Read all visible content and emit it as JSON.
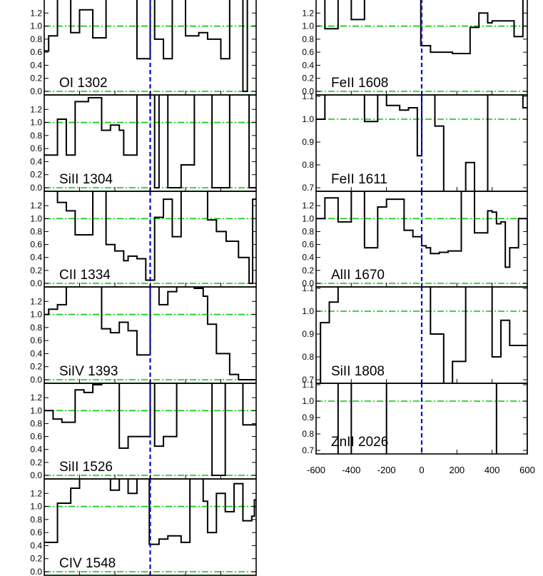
{
  "chart_data": {
    "type": "line",
    "xlim": [
      -600,
      600
    ],
    "x_ticks": [
      "-600",
      "-400",
      "-200",
      "0",
      "200",
      "400",
      "600"
    ],
    "reference_lines": {
      "velocity_zero": 0,
      "continuum": 1.0,
      "zero_flux": 0.0,
      "color_velocity": "#0000ff",
      "color_levels": "#00cc00"
    },
    "panels": [
      {
        "label": "OI 1302",
        "ylim": [
          0,
          1.4
        ],
        "y_ticks": [
          "0.0",
          "0.2",
          "0.4",
          "0.6",
          "0.8",
          "1.0",
          "1.2"
        ],
        "x": [
          -600,
          -575,
          -525,
          -450,
          -400,
          -325,
          -250,
          -175,
          -125,
          -75,
          0,
          25,
          75,
          125,
          200,
          275,
          325,
          400,
          450,
          525,
          550
        ],
        "y": [
          0.62,
          0.85,
          1.6,
          0.9,
          1.25,
          0.82,
          1.6,
          1.6,
          1.6,
          0.5,
          1.6,
          0.8,
          0.5,
          1.6,
          0.85,
          0.9,
          0.8,
          0.5,
          1.6,
          0.0,
          1.6
        ]
      },
      {
        "label": "SiII 1304",
        "ylim": [
          0,
          1.4
        ],
        "y_ticks": [
          "0.0",
          "0.2",
          "0.4",
          "0.6",
          "0.8",
          "1.0",
          "1.2"
        ],
        "x": [
          -600,
          -525,
          -475,
          -425,
          -350,
          -275,
          -225,
          -175,
          -150,
          -75,
          0,
          25,
          50,
          100,
          175,
          250,
          350,
          450,
          560
        ],
        "y": [
          0.5,
          1.05,
          0.5,
          1.32,
          1.38,
          0.88,
          0.96,
          0.88,
          0.5,
          1.6,
          1.6,
          0.0,
          1.6,
          0.0,
          0.35,
          1.6,
          0.0,
          1.6,
          0.0
        ]
      },
      {
        "label": "CII 1334",
        "ylim": [
          0,
          1.4
        ],
        "y_ticks": [
          "0.0",
          "0.2",
          "0.4",
          "0.6",
          "0.8",
          "1.0",
          "1.2"
        ],
        "x": [
          -600,
          -525,
          -475,
          -425,
          -325,
          -250,
          -200,
          -150,
          -125,
          -75,
          -25,
          25,
          75,
          125,
          175,
          225,
          325,
          375,
          430,
          500,
          560,
          580
        ],
        "y": [
          1.45,
          1.25,
          1.12,
          0.75,
          1.6,
          0.6,
          0.5,
          0.35,
          0.42,
          0.38,
          0.05,
          1.02,
          1.3,
          0.72,
          1.6,
          1.6,
          0.98,
          0.8,
          0.65,
          0.4,
          0.0,
          1.3
        ]
      },
      {
        "label": "SiIV 1393",
        "ylim": [
          0,
          1.4
        ],
        "y_ticks": [
          "0.0",
          "0.2",
          "0.4",
          "0.6",
          "0.8",
          "1.0",
          "1.2"
        ],
        "x": [
          -600,
          -575,
          -525,
          -475,
          -425,
          -375,
          -275,
          -225,
          -175,
          -125,
          -75,
          0,
          50,
          100,
          150,
          250,
          300,
          325,
          375,
          450,
          500
        ],
        "y": [
          1.0,
          1.08,
          1.15,
          1.5,
          1.6,
          1.6,
          0.78,
          0.72,
          0.88,
          0.75,
          0.38,
          1.6,
          1.15,
          1.35,
          1.6,
          1.4,
          1.28,
          0.85,
          0.4,
          0.08,
          0.0
        ]
      },
      {
        "label": "SiII 1526",
        "ylim": [
          0,
          1.4
        ],
        "y_ticks": [
          "0.0",
          "0.2",
          "0.4",
          "0.6",
          "0.8",
          "1.0",
          "1.2"
        ],
        "x": [
          -600,
          -550,
          -500,
          -425,
          -375,
          -325,
          -275,
          -175,
          -125,
          -75,
          0,
          25,
          75,
          150,
          200,
          275,
          300,
          350,
          425,
          525,
          600
        ],
        "y": [
          1.0,
          0.87,
          0.82,
          1.32,
          1.28,
          1.4,
          1.6,
          0.42,
          0.6,
          0.6,
          1.6,
          0.45,
          0.6,
          1.6,
          1.6,
          1.6,
          1.6,
          0.0,
          1.6,
          0.78,
          0.8
        ]
      },
      {
        "label": "CIV 1548",
        "ylim": [
          0,
          1.4
        ],
        "y_ticks": [
          "0.0",
          "0.2",
          "0.4",
          "0.6",
          "0.8",
          "1.0",
          "1.2"
        ],
        "x": [
          -600,
          -525,
          -450,
          -400,
          -225,
          -175,
          -125,
          -75,
          -5,
          50,
          100,
          175,
          225,
          300,
          325,
          375,
          425,
          475,
          525,
          575,
          590
        ],
        "y": [
          0.45,
          1.05,
          1.28,
          1.6,
          1.25,
          1.6,
          1.2,
          1.6,
          0.42,
          0.5,
          0.55,
          0.45,
          1.6,
          1.08,
          0.6,
          1.2,
          0.92,
          1.35,
          0.78,
          0.85,
          1.1
        ]
      },
      {
        "label": "FeII 1608",
        "ylim": [
          0,
          1.4
        ],
        "y_ticks": [
          "0.0",
          "0.2",
          "0.4",
          "0.6",
          "0.8",
          "1.0",
          "1.2"
        ],
        "x": [
          -600,
          -550,
          -475,
          -400,
          -325,
          -275,
          -200,
          -75,
          -5,
          50,
          100,
          175,
          275,
          325,
          375,
          400,
          475,
          525,
          575
        ],
        "y": [
          1.6,
          0.96,
          1.6,
          1.1,
          1.6,
          1.6,
          1.6,
          1.6,
          0.7,
          0.6,
          0.6,
          0.58,
          0.98,
          1.2,
          1.05,
          1.08,
          1.08,
          0.84,
          1.6
        ]
      },
      {
        "label": "FeII 1611",
        "ylim": [
          0.7,
          1.1
        ],
        "y_ticks": [
          "0.7",
          "0.8",
          "0.9",
          "1.0",
          "1.1"
        ],
        "x": [
          -600,
          -550,
          -450,
          -400,
          -325,
          -250,
          -200,
          -125,
          -75,
          -25,
          0,
          25,
          75,
          125,
          200,
          250,
          300,
          375,
          450,
          525,
          575
        ],
        "y": [
          1.0,
          1.25,
          1.2,
          1.2,
          0.99,
          1.2,
          1.06,
          1.04,
          1.05,
          0.84,
          1.2,
          1.2,
          0.97,
          0.5,
          0.5,
          0.81,
          0.5,
          1.2,
          1.2,
          1.2,
          1.05
        ]
      },
      {
        "label": "AlII 1670",
        "ylim": [
          0,
          1.4
        ],
        "y_ticks": [
          "0.0",
          "0.2",
          "0.4",
          "0.6",
          "0.8",
          "1.0",
          "1.2"
        ],
        "x": [
          -600,
          -550,
          -475,
          -400,
          -325,
          -250,
          -200,
          -100,
          -50,
          0,
          25,
          50,
          100,
          150,
          225,
          250,
          300,
          375,
          400,
          425,
          450,
          475,
          500,
          550,
          600
        ],
        "y": [
          1.0,
          1.32,
          0.95,
          1.6,
          0.55,
          1.18,
          1.3,
          0.82,
          0.72,
          0.58,
          0.55,
          0.46,
          0.48,
          0.5,
          1.6,
          1.6,
          0.78,
          1.12,
          1.1,
          0.92,
          0.95,
          0.25,
          0.55,
          1.0,
          0.8
        ]
      },
      {
        "label": "SiII 1808",
        "ylim": [
          0.7,
          1.1
        ],
        "y_ticks": [
          "0.7",
          "0.8",
          "0.9",
          "1.0",
          "1.1"
        ],
        "x": [
          -600,
          -575,
          -525,
          -475,
          -400,
          -300,
          -100,
          0,
          50,
          125,
          175,
          250,
          325,
          400,
          450,
          500,
          550
        ],
        "y": [
          0.5,
          0.95,
          1.04,
          1.2,
          1.2,
          1.2,
          1.2,
          1.2,
          0.9,
          0.5,
          0.78,
          1.2,
          1.2,
          0.8,
          0.96,
          0.85,
          0.85
        ]
      },
      {
        "label": "ZnII 2026",
        "ylim": [
          0.7,
          1.1
        ],
        "y_ticks": [
          "0.7",
          "0.8",
          "0.9",
          "1.0",
          "1.1"
        ],
        "x": [
          -600,
          -475,
          -400,
          -200,
          425,
          600
        ],
        "y": [
          1.2,
          0.5,
          1.2,
          0.5,
          1.2,
          0.5
        ]
      }
    ]
  }
}
